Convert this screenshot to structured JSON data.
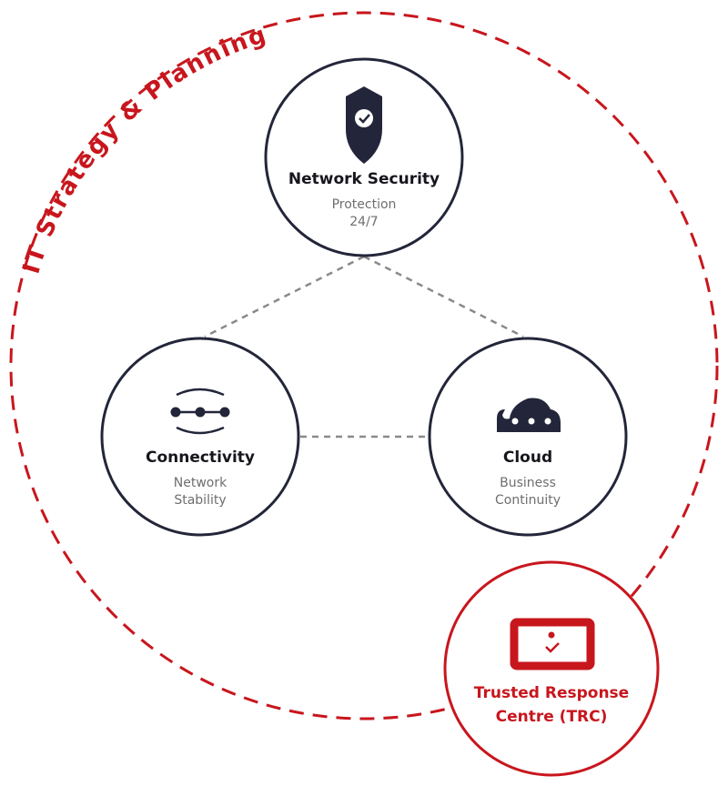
{
  "outer_label": "IT Strategy & Planning",
  "colors": {
    "accent": "#c8161d",
    "dark": "#23263a",
    "connector": "#8a8a8a"
  },
  "nodes": {
    "network_security": {
      "title": "Network Security",
      "line1": "Protection",
      "line2": "24/7",
      "icon": "shield-check-icon"
    },
    "connectivity": {
      "title": "Connectivity",
      "line1": "Network",
      "line2": "Stability",
      "icon": "connection-nodes-icon"
    },
    "cloud": {
      "title": "Cloud",
      "line1": "Business",
      "line2": "Continuity",
      "icon": "cloud-icon"
    },
    "trc": {
      "title_line1": "Trusted Response",
      "title_line2": "Centre (TRC)",
      "icon": "monitor-check-icon"
    }
  }
}
